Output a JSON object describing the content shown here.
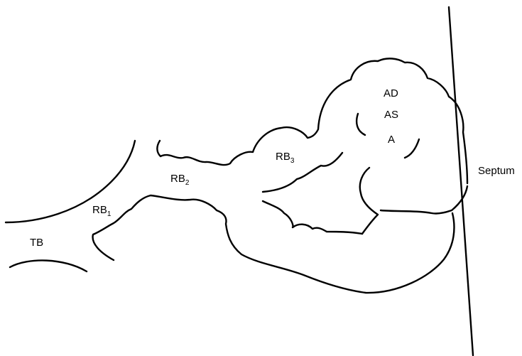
{
  "labels": {
    "tb": "TB",
    "rb1": {
      "base": "RB",
      "sub": "1"
    },
    "rb2": {
      "base": "RB",
      "sub": "2"
    },
    "rb3": {
      "base": "RB",
      "sub": "3"
    },
    "ad": "AD",
    "as": "AS",
    "a": "A",
    "septum": "Septum"
  }
}
